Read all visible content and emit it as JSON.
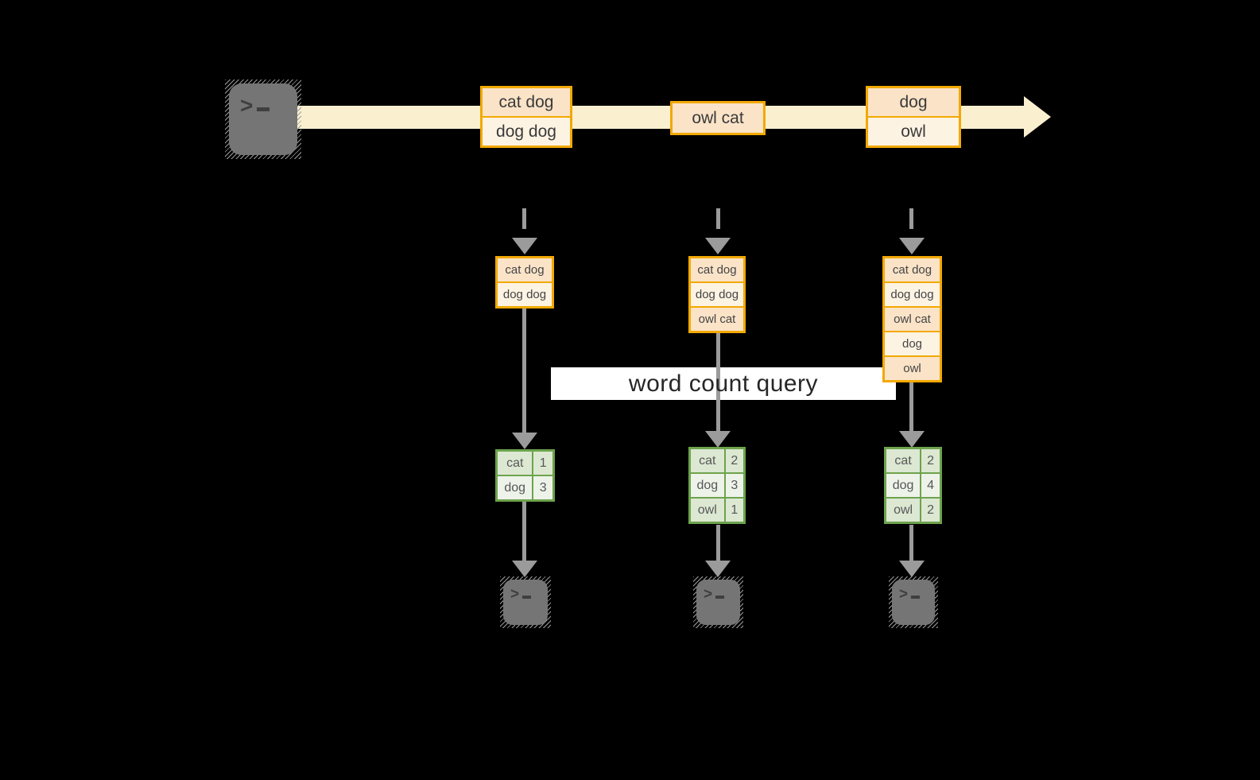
{
  "colors": {
    "background": "#000000",
    "stream_band": "#FAF0CF",
    "amber_border": "#F2A900",
    "cell_peach": "#FAE3C7",
    "cell_cream": "#FDF3E3",
    "green_border": "#6DA34D",
    "cell_green_dark": "#DCE8D2",
    "cell_green_light": "#EEF3EA",
    "arrow_gray": "#9B9B9B",
    "terminal_gray": "#757575",
    "query_bg": "#FFFFFF"
  },
  "terminal_chevron": ">",
  "stream": {
    "events": [
      {
        "lines": [
          "cat dog",
          "dog dog"
        ]
      },
      {
        "lines": [
          "owl cat"
        ]
      },
      {
        "lines": [
          "dog",
          "owl"
        ]
      }
    ]
  },
  "query_label": "word count query",
  "columns": [
    {
      "buffer": [
        "cat dog",
        "dog dog"
      ],
      "counts": [
        {
          "word": "cat",
          "value": "1"
        },
        {
          "word": "dog",
          "value": "3"
        }
      ]
    },
    {
      "buffer": [
        "cat dog",
        "dog dog",
        "owl cat"
      ],
      "counts": [
        {
          "word": "cat",
          "value": "2"
        },
        {
          "word": "dog",
          "value": "3"
        },
        {
          "word": "owl",
          "value": "1"
        }
      ]
    },
    {
      "buffer": [
        "cat dog",
        "dog dog",
        "owl cat",
        "dog",
        "owl"
      ],
      "counts": [
        {
          "word": "cat",
          "value": "2"
        },
        {
          "word": "dog",
          "value": "4"
        },
        {
          "word": "owl",
          "value": "2"
        }
      ]
    }
  ]
}
